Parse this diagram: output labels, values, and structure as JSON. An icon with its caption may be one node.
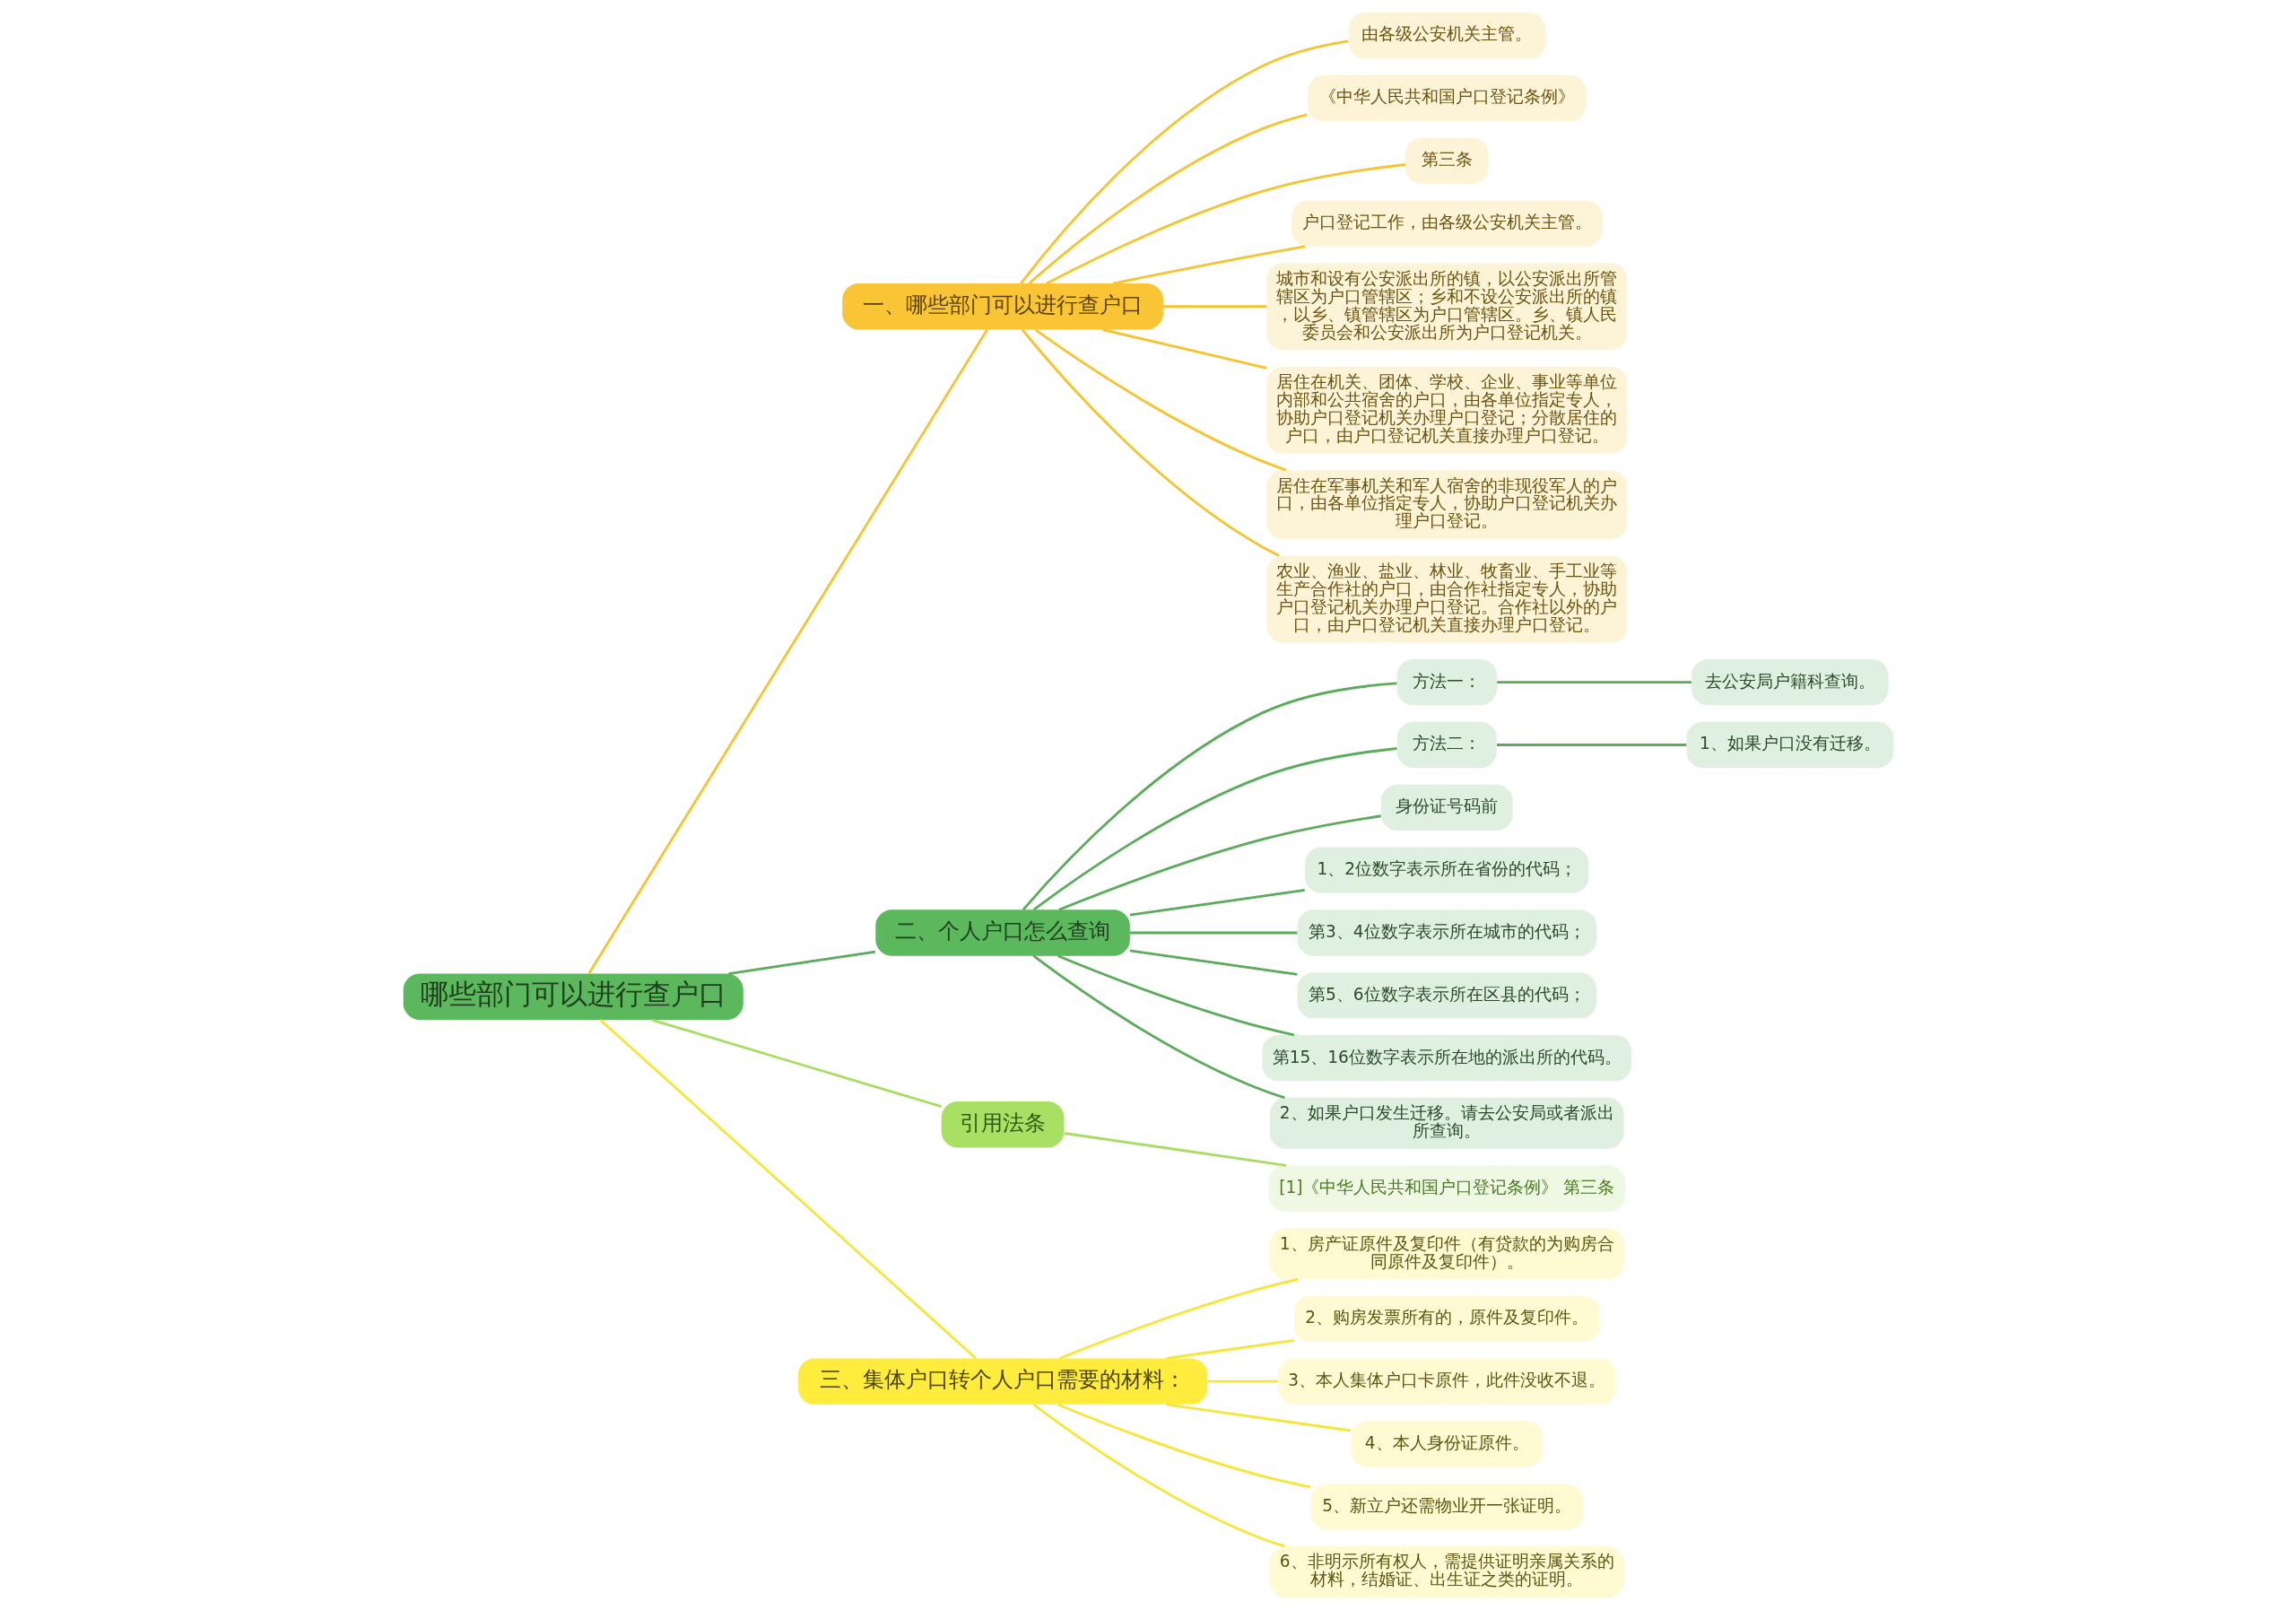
{
  "diagram": {
    "nodes": [
      {
        "text": [
          "哪些部门可以进行查户口"
        ]
      },
      {
        "text": [
          "一、哪些部门可以进行查户口"
        ]
      },
      {
        "text": [
          "由各级公安机关主管。"
        ]
      },
      {
        "text": [
          "《中华人民共和国户口登记条例》"
        ]
      },
      {
        "text": [
          "第三条"
        ]
      },
      {
        "text": [
          "户口登记工作，由各级公安机关主管。"
        ]
      },
      {
        "text": [
          "城市和设有公安派出所的镇，以公安派出所管辖区为户口管辖区；乡和不设公安派出所的镇，以乡、镇管辖区为户口管辖区。乡、镇人民委员会和公安派出所为户口登记机关。"
        ]
      },
      {
        "text": [
          "居住在机关、团体、学校、企业、事业等单位内部和公共宿舍的户口，由各单位指定专人，协助户口登记机关办理户口登记；分散居住的户口，由户口登记机关直接办理户口登记。"
        ]
      },
      {
        "text": [
          "居住在军事机关和军人宿舍的非现役军人的户口，由各单位指定专人，协助户口登记机关办理户口登记。"
        ]
      },
      {
        "text": [
          "农业、渔业、盐业、林业、牧畜业、手工业等生产合作社的户口，由合作社指定专人，协助户口登记机关办理户口登记。合作社以外的户口，由户口登记机关直接办理户口登记。"
        ]
      },
      {
        "text": [
          "二、个人户口怎么查询"
        ]
      },
      {
        "text": [
          "方法一："
        ]
      },
      {
        "text": [
          "去公安局户籍科查询。"
        ]
      },
      {
        "text": [
          "方法二："
        ]
      },
      {
        "text": [
          "1、如果户口没有迁移。"
        ]
      },
      {
        "text": [
          "身份证号码前"
        ]
      },
      {
        "text": [
          "1、2位数字表示所在省份的代码；"
        ]
      },
      {
        "text": [
          "第3、4位数字表示所在城市的代码；"
        ]
      },
      {
        "text": [
          "第5、6位数字表示所在区县的代码；"
        ]
      },
      {
        "text": [
          "第15、16位数字表示所在地的派出所的代码。"
        ]
      },
      {
        "text": [
          "2、如果户口发生迁移。请去公安局或者派出所查询。"
        ]
      },
      {
        "text": [
          "引用法条"
        ]
      },
      {
        "text": [
          "[1]《中华人民共和国户口登记条例》 第三条"
        ]
      },
      {
        "text": [
          "三、集体户口转个人户口需要的材料："
        ]
      },
      {
        "text": [
          "1、房产证原件及复印件（有贷款的为购房合同原件及复印件）。"
        ]
      },
      {
        "text": [
          "2、购房发票所有的，原件及复印件。"
        ]
      },
      {
        "text": [
          "3、本人集体户口卡原件，此件没收不退。"
        ]
      },
      {
        "text": [
          "4、本人身份证原件。"
        ]
      },
      {
        "text": [
          "5、新立户还需物业开一张证明。"
        ]
      },
      {
        "text": [
          "6、非明示所有权人，需提供证明亲属关系的材料，结婚证、出生证之类的证明。"
        ]
      }
    ],
    "edges": [
      {
        "from": 0,
        "to": 1,
        "arrow": "none",
        "color": "#f5c431"
      },
      {
        "from": 1,
        "to": 2,
        "arrow": "none",
        "color": "#f5c431"
      },
      {
        "from": 1,
        "to": 3,
        "arrow": "none",
        "color": "#f5c431"
      },
      {
        "from": 1,
        "to": 4,
        "arrow": "none",
        "color": "#f5c431"
      },
      {
        "from": 1,
        "to": 5,
        "arrow": "none",
        "color": "#f5c431"
      },
      {
        "from": 1,
        "to": 6,
        "arrow": "none",
        "color": "#f5c431"
      },
      {
        "from": 1,
        "to": 7,
        "arrow": "none",
        "color": "#f5c431"
      },
      {
        "from": 1,
        "to": 8,
        "arrow": "none",
        "color": "#f5c431"
      },
      {
        "from": 1,
        "to": 9,
        "arrow": "none",
        "color": "#f5c431"
      },
      {
        "from": 0,
        "to": 10,
        "arrow": "none"
      },
      {
        "from": 10,
        "to": 11,
        "arrow": "none"
      },
      {
        "from": 11,
        "to": 12,
        "arrow": "none"
      },
      {
        "from": 10,
        "to": 13,
        "arrow": "none"
      },
      {
        "from": 13,
        "to": 14,
        "arrow": "none"
      },
      {
        "from": 10,
        "to": 15,
        "arrow": "none"
      },
      {
        "from": 10,
        "to": 16,
        "arrow": "none"
      },
      {
        "from": 10,
        "to": 17,
        "arrow": "none"
      },
      {
        "from": 10,
        "to": 18,
        "arrow": "none"
      },
      {
        "from": 10,
        "to": 19,
        "arrow": "none"
      },
      {
        "from": 10,
        "to": 20,
        "arrow": "none"
      },
      {
        "from": 0,
        "to": 21,
        "arrow": "none",
        "color": "#a6dd62"
      },
      {
        "from": 21,
        "to": 22,
        "arrow": "none",
        "color": "#a6dd62"
      },
      {
        "from": 0,
        "to": 23,
        "arrow": "none",
        "color": "#f7e63a"
      },
      {
        "from": 23,
        "to": 24,
        "arrow": "none",
        "color": "#f7e63a"
      },
      {
        "from": 23,
        "to": 25,
        "arrow": "none",
        "color": "#f7e63a"
      },
      {
        "from": 23,
        "to": 26,
        "arrow": "none",
        "color": "#f7e63a"
      },
      {
        "from": 23,
        "to": 27,
        "arrow": "none",
        "color": "#f7e63a"
      },
      {
        "from": 23,
        "to": 28,
        "arrow": "none",
        "color": "#f7e63a"
      },
      {
        "from": 23,
        "to": 29,
        "arrow": "none",
        "color": "#f7e63a"
      }
    ]
  }
}
